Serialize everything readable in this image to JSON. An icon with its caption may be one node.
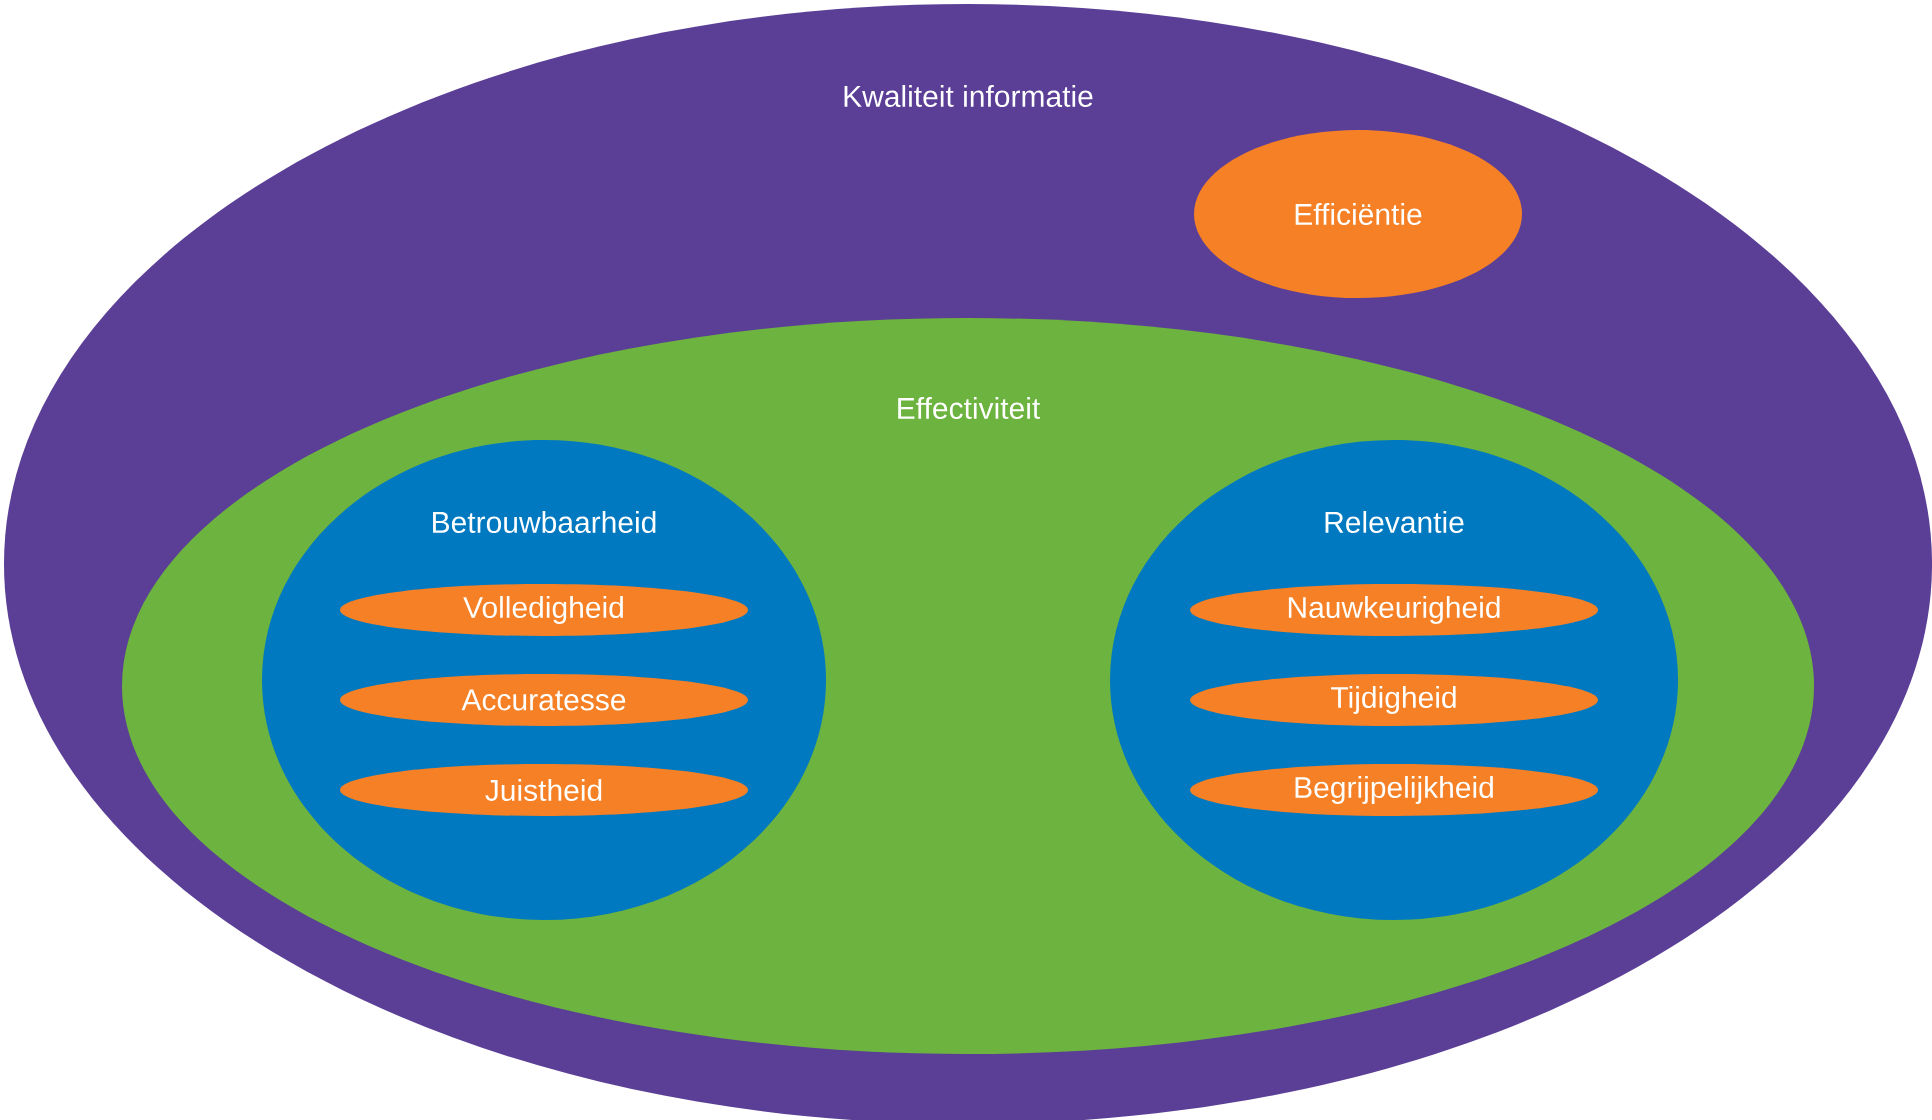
{
  "diagram": {
    "nodes": [
      {
        "text": [
          "Kwaliteit informatie"
        ]
      },
      {
        "text": [
          "Efficiëntie"
        ],
        "in": 0
      },
      {
        "text": [
          "Effectiviteit"
        ],
        "in": 0
      },
      {
        "text": [
          "Betrouwbaarheid"
        ],
        "in": 2
      },
      {
        "text": [
          "Volledigheid"
        ],
        "in": 3
      },
      {
        "text": [
          "Accuratesse"
        ],
        "in": 3
      },
      {
        "text": [
          "Juistheid"
        ],
        "in": 3
      },
      {
        "text": [
          "Relevantie"
        ],
        "in": 2
      },
      {
        "text": [
          "Nauwkeurigheid"
        ],
        "in": 7
      },
      {
        "text": [
          "Tijdigheid"
        ],
        "in": 7
      },
      {
        "text": [
          "Begrijpelijkheid"
        ],
        "in": 7
      }
    ]
  }
}
